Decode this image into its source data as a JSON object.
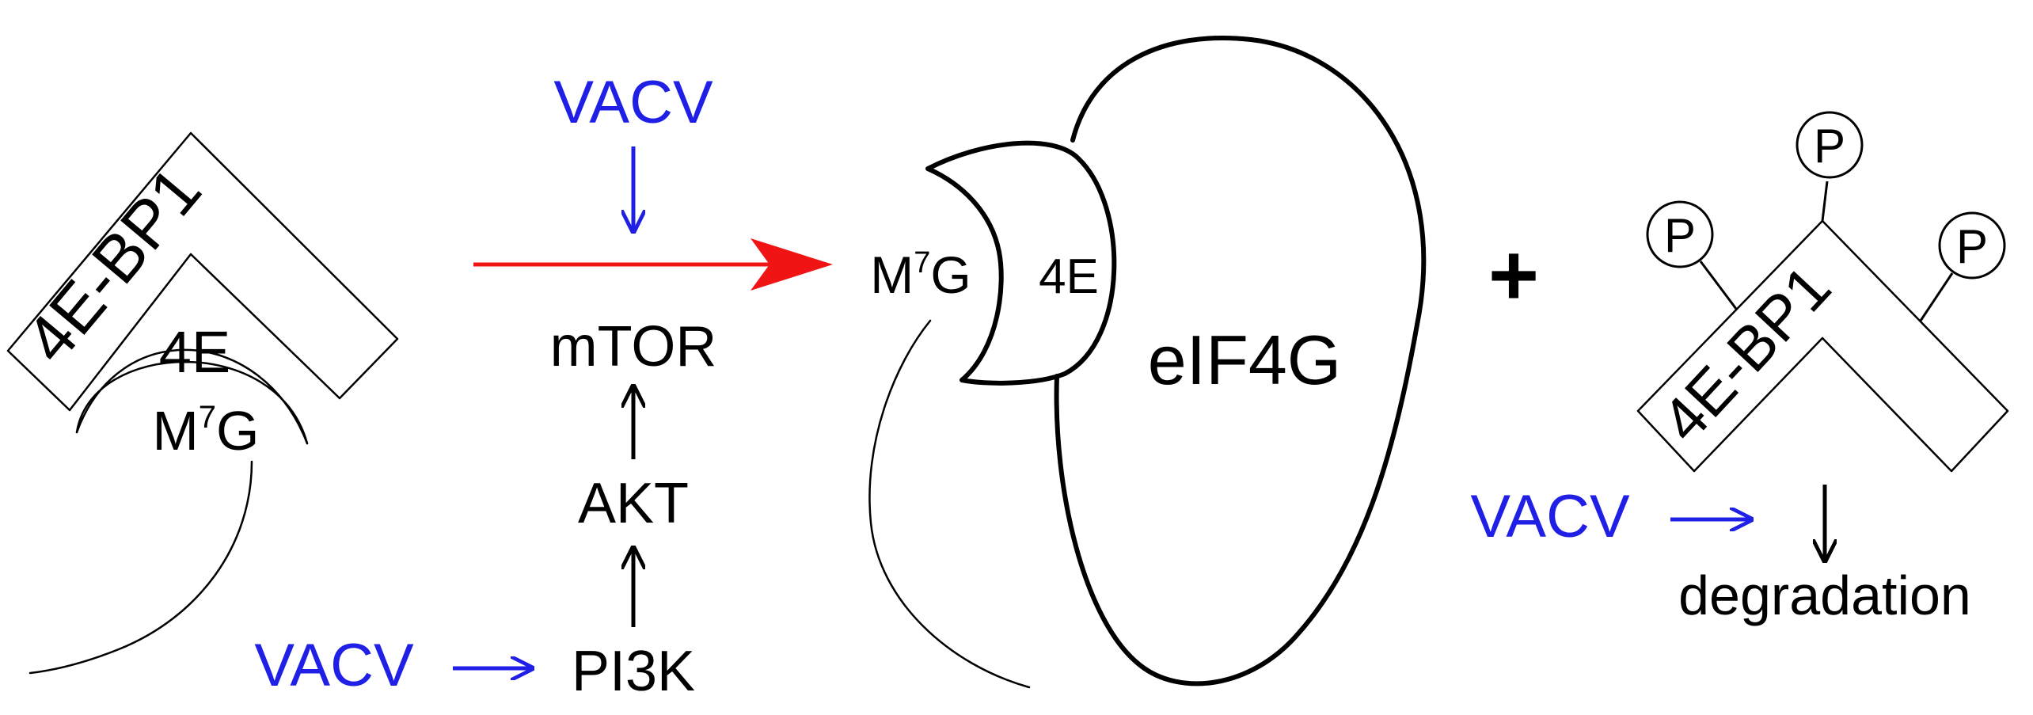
{
  "colors": {
    "ink": "#000000",
    "virus": "#1f1fe6",
    "activation_arrow": "#f01414",
    "background": "#ffffff"
  },
  "left_complex": {
    "inhibitor_label": "4E-BP1",
    "cap_binding_label": "4E",
    "cap_label_base": "M",
    "cap_label_superscript": "7",
    "cap_label_tail": "G"
  },
  "pathway": {
    "top_virus_label": "VACV",
    "bottom_virus_label": "VACV",
    "mtor_label": "mTOR",
    "akt_label": "AKT",
    "pi3k_label": "PI3K"
  },
  "active_complex": {
    "cap_label_base": "M",
    "cap_label_superscript": "7",
    "cap_label_tail": "G",
    "cap_binding_label": "4E",
    "scaffold_label": "eIF4G"
  },
  "operator_plus": "+",
  "right_complex": {
    "inhibitor_label": "4E-BP1",
    "phospho_label": "P",
    "virus_label": "VACV",
    "fate_label": "degradation"
  }
}
